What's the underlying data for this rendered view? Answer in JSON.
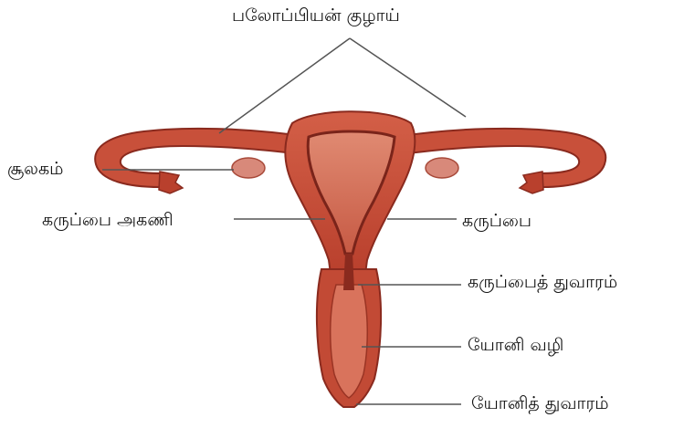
{
  "labels": {
    "fallopian_tube": "பலோப்பியன் குழாய்",
    "ovary": "சூலகம்",
    "endometrium": "கருப்பை அகணி",
    "uterus": "கருப்பை",
    "cervix": "கருப்பைத் துவாரம்",
    "vagina": "யோனி வழி",
    "vaginal_opening": "யோனித் துவாரம்"
  },
  "colors": {
    "tissue_outer": "#c8503a",
    "tissue_light": "#e2826a",
    "tissue_dark": "#8a2a1e",
    "ovary": "#d8897a",
    "leader_line": "#555555",
    "text": "#111111"
  }
}
